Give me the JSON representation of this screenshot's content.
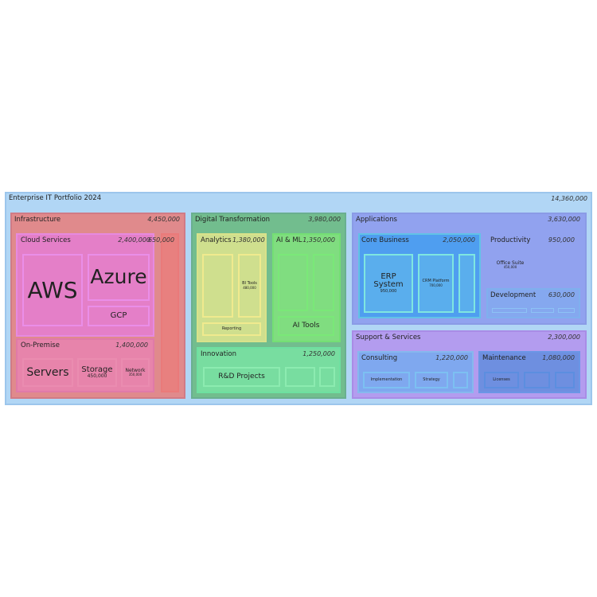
{
  "title": "Enterprise IT Portfolio 2024",
  "total": "14,360,000",
  "infrastructure": {
    "label": "Infrastructure",
    "value": "4,450,000",
    "cloud": {
      "label": "Cloud Services",
      "value": "2,400,000",
      "aws": "AWS",
      "azure": "Azure",
      "gcp": "GCP"
    },
    "other_value": "650,000",
    "onprem": {
      "label": "On-Premise",
      "value": "1,400,000",
      "servers": "Servers",
      "storage": "Storage",
      "storage_value": "450,000",
      "network": "Network",
      "network_value": "350,000"
    }
  },
  "digital": {
    "label": "Digital Transformation",
    "value": "3,980,000",
    "analytics": {
      "label": "Analytics",
      "value": "1,380,000",
      "bi": "BI Tools",
      "bi_value": "480,000",
      "reporting": "Reporting"
    },
    "aiml": {
      "label": "AI & ML",
      "value": "1,350,000",
      "tools": "AI Tools"
    },
    "innovation": {
      "label": "Innovation",
      "value": "1,250,000",
      "rd": "R&D Projects"
    }
  },
  "applications": {
    "label": "Applications",
    "value": "3,630,000",
    "core": {
      "label": "Core Business",
      "value": "2,050,000",
      "erp": "ERP System",
      "erp_value": "950,000",
      "crm": "CRM Platform",
      "crm_value": "700,000"
    },
    "productivity": {
      "label": "Productivity",
      "value": "950,000",
      "office": "Office Suite",
      "office_value": "450,000"
    },
    "development": {
      "label": "Development",
      "value": "630,000"
    }
  },
  "support": {
    "label": "Support & Services",
    "value": "2,300,000",
    "consulting": {
      "label": "Consulting",
      "value": "1,220,000",
      "impl": "Implementation",
      "strategy": "Strategy"
    },
    "maintenance": {
      "label": "Maintenance",
      "value": "1,080,000",
      "licenses": "Licenses"
    }
  }
}
